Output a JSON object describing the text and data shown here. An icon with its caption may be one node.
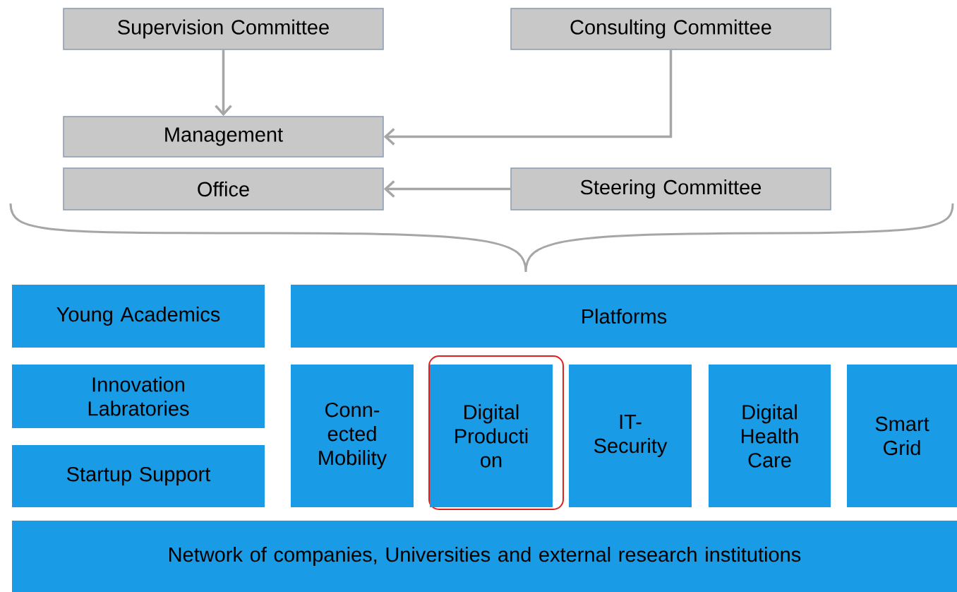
{
  "diagram": {
    "nodes": [
      {
        "text": [
          "Supervision Committee"
        ]
      },
      {
        "text": [
          "Consulting Committee"
        ]
      },
      {
        "text": [
          "Management"
        ]
      },
      {
        "text": [
          "Office"
        ]
      },
      {
        "text": [
          "Steering Committee"
        ]
      },
      {
        "text": [
          "Young Academics"
        ]
      },
      {
        "text": [
          "Platforms"
        ]
      },
      {
        "text": [
          "Innovation Labratories"
        ]
      },
      {
        "text": [
          "Startup Support"
        ]
      },
      {
        "text": [
          "Conn- ected Mobility"
        ]
      },
      {
        "text": [
          "Digital Producti on"
        ]
      },
      {
        "text": [
          "IT- Security"
        ]
      },
      {
        "text": [
          "Digital Health Care"
        ]
      },
      {
        "text": [
          "Smart Grid"
        ]
      },
      {
        "text": [
          "Network of companies, Universities and external research institutions"
        ]
      }
    ],
    "edges": [
      {
        "from": 0,
        "to": 2,
        "arrow": "to"
      },
      {
        "from": 1,
        "to": 2,
        "arrow": "to"
      },
      {
        "from": 4,
        "to": 3,
        "arrow": "to"
      }
    ]
  }
}
